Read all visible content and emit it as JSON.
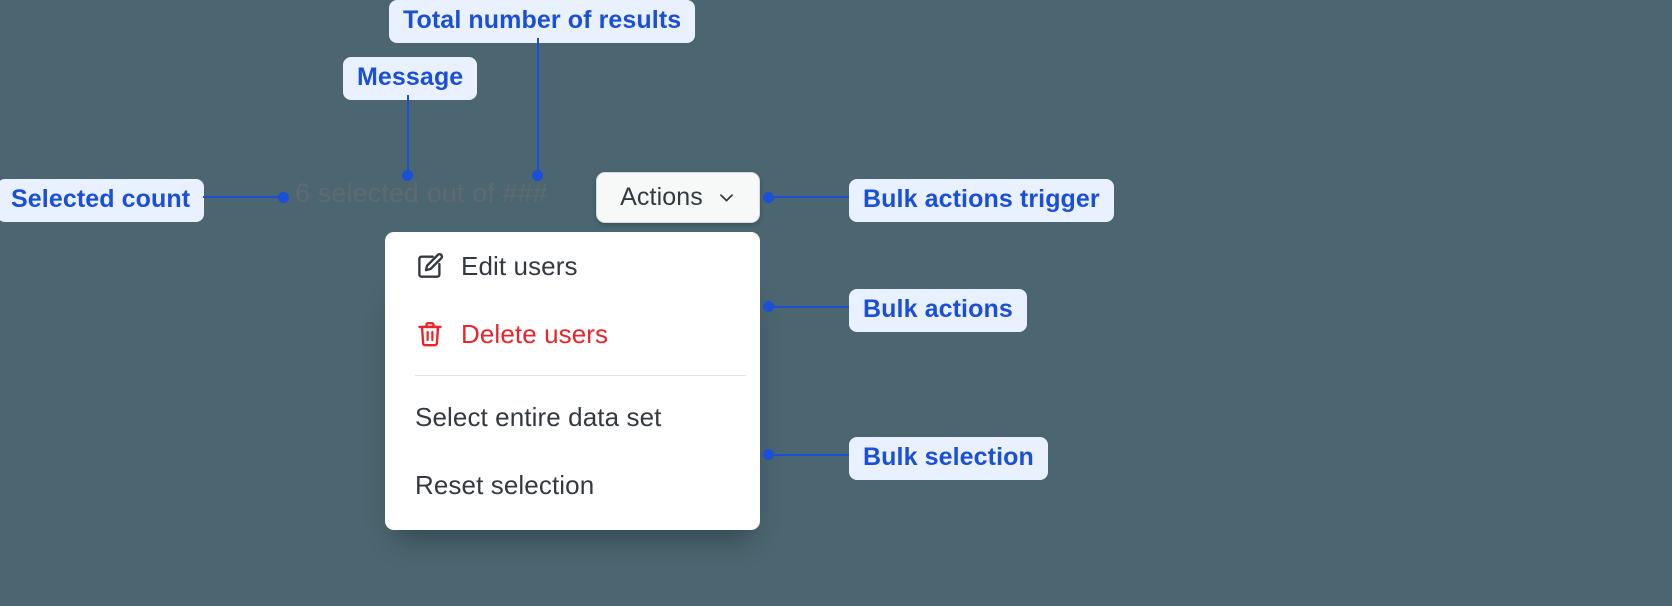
{
  "theme": {
    "background": "#4b6670",
    "annotation_bg": "#eaf1fe",
    "annotation_text": "#1a4fd6",
    "connector": "#1a4fd6",
    "menu_bg": "#ffffff",
    "danger": "#e8252a",
    "text": "#343a40",
    "muted_text": "#5e6a72"
  },
  "annotations": [
    {
      "id": "total-results",
      "label": "Total number of results"
    },
    {
      "id": "message",
      "label": "Message"
    },
    {
      "id": "selected-count",
      "label": "Selected count"
    },
    {
      "id": "bulk-actions-trigger",
      "label": "Bulk actions trigger"
    },
    {
      "id": "bulk-actions",
      "label": "Bulk actions"
    },
    {
      "id": "bulk-selection",
      "label": "Bulk selection"
    }
  ],
  "selection_message": {
    "count": "6",
    "middle": " selected out of ",
    "total": "###",
    "full": "6 selected out of ###"
  },
  "actions_button": {
    "label": "Actions",
    "icon": "chevron-down-icon"
  },
  "menu": {
    "actions": [
      {
        "id": "edit-users",
        "label": "Edit users",
        "icon": "edit-pencil-icon",
        "danger": false
      },
      {
        "id": "delete-users",
        "label": "Delete users",
        "icon": "trash-icon",
        "danger": true
      }
    ],
    "selection": [
      {
        "id": "select-entire-data-set",
        "label": "Select entire data set"
      },
      {
        "id": "reset-selection",
        "label": "Reset selection"
      }
    ]
  }
}
